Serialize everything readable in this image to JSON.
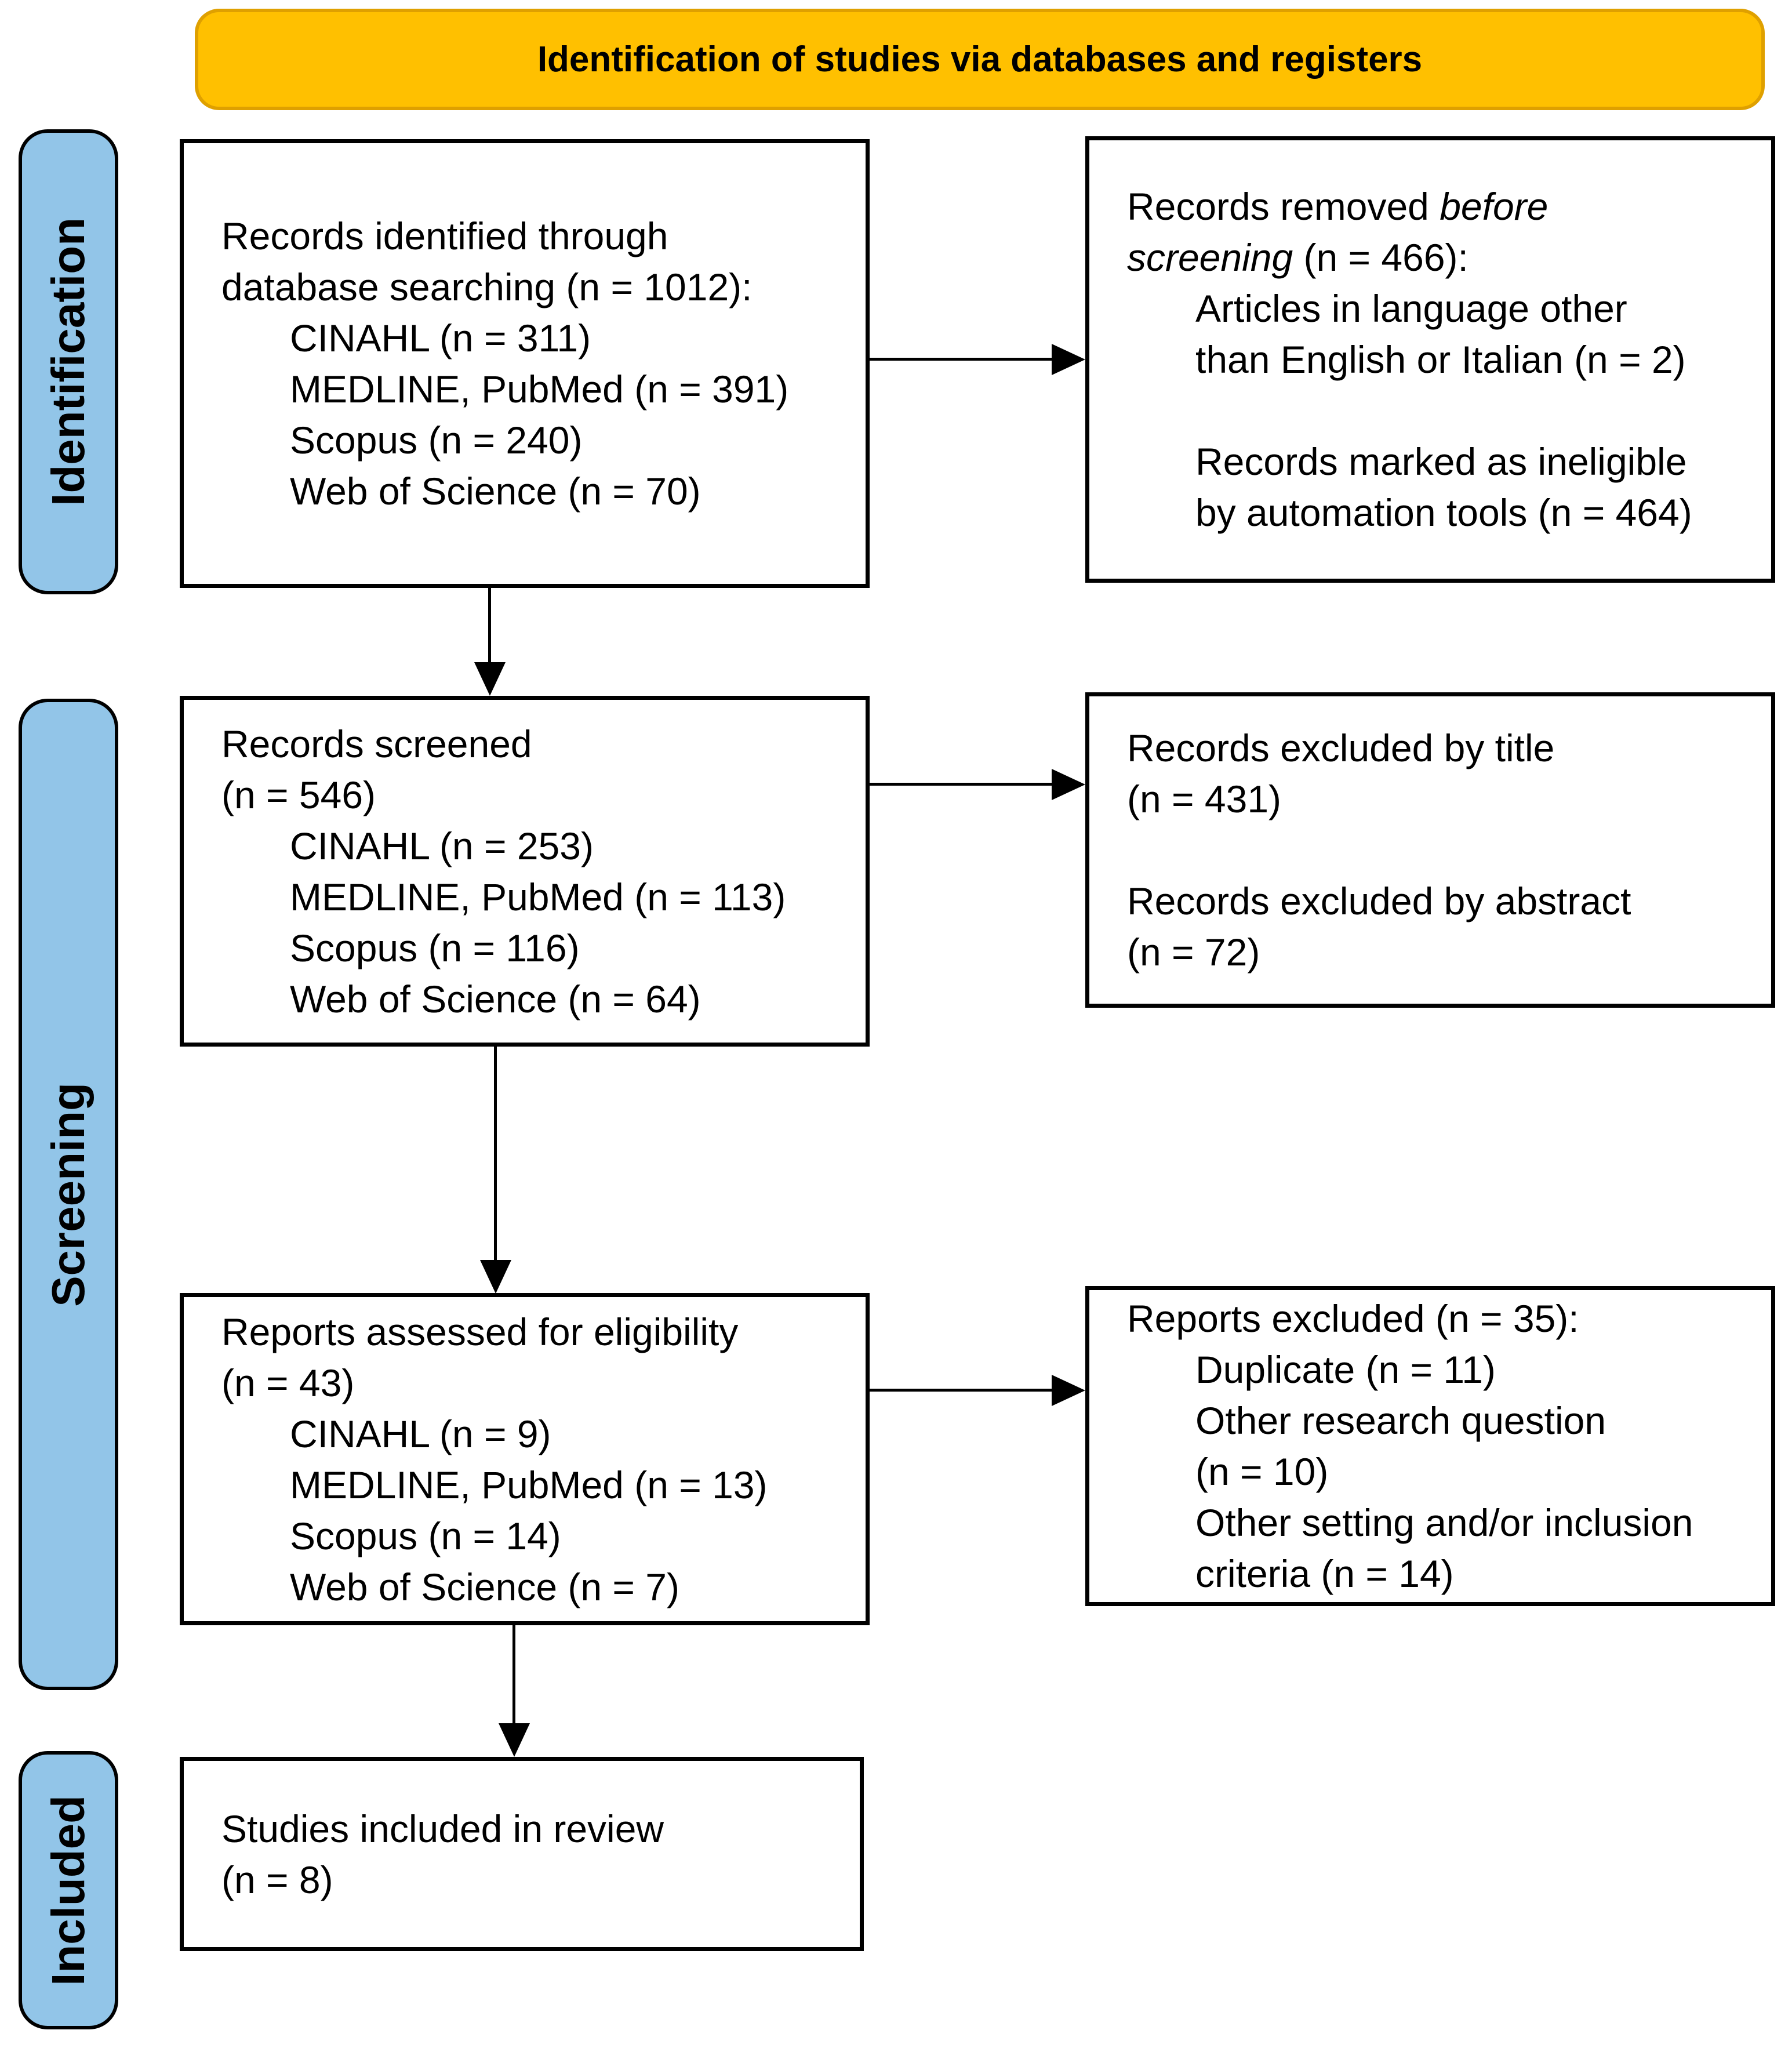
{
  "banner": {
    "title": "Identification of studies via databases and registers"
  },
  "sidebar": {
    "identification": "Identification",
    "screening": "Screening",
    "included": "Included"
  },
  "colors": {
    "banner_fill": "#FFC000",
    "banner_border": "#DFA000",
    "sidebar_fill": "#92C5E8",
    "text": "#000000"
  },
  "boxes": {
    "records_identified": {
      "lines": [
        {
          "parts": [
            {
              "text": "Records identified through"
            }
          ]
        },
        {
          "parts": [
            {
              "text": "database searching (n = 1012):"
            }
          ]
        },
        {
          "indent": true,
          "parts": [
            {
              "text": "CINAHL (n = 311)"
            }
          ]
        },
        {
          "indent": true,
          "parts": [
            {
              "text": "MEDLINE, PubMed (n = 391)"
            }
          ]
        },
        {
          "indent": true,
          "parts": [
            {
              "text": "Scopus (n = 240)"
            }
          ]
        },
        {
          "indent": true,
          "parts": [
            {
              "text": "Web of Science (n = 70)"
            }
          ]
        }
      ]
    },
    "records_removed": {
      "lines": [
        {
          "parts": [
            {
              "text": "Records removed "
            },
            {
              "text": "before",
              "italic": true
            }
          ]
        },
        {
          "parts": [
            {
              "text": "screening",
              "italic": true
            },
            {
              "text": " (n = 466):"
            }
          ]
        },
        {
          "indent": true,
          "parts": [
            {
              "text": "Articles in language other"
            }
          ]
        },
        {
          "indent": true,
          "parts": [
            {
              "text": "than English or Italian (n = 2)"
            }
          ]
        },
        {
          "spacer": true,
          "parts": []
        },
        {
          "indent": true,
          "parts": [
            {
              "text": "Records marked as ineligible"
            }
          ]
        },
        {
          "indent": true,
          "parts": [
            {
              "text": "by automation tools (n = 464)"
            }
          ]
        }
      ]
    },
    "records_screened": {
      "lines": [
        {
          "parts": [
            {
              "text": "Records screened"
            }
          ]
        },
        {
          "parts": [
            {
              "text": "(n = 546)"
            }
          ]
        },
        {
          "indent": true,
          "parts": [
            {
              "text": "CINAHL (n = 253)"
            }
          ]
        },
        {
          "indent": true,
          "parts": [
            {
              "text": "MEDLINE, PubMed (n = 113)"
            }
          ]
        },
        {
          "indent": true,
          "parts": [
            {
              "text": "Scopus (n = 116)"
            }
          ]
        },
        {
          "indent": true,
          "parts": [
            {
              "text": "Web of Science (n = 64)"
            }
          ]
        }
      ]
    },
    "records_excluded": {
      "lines": [
        {
          "parts": [
            {
              "text": "Records excluded by title"
            }
          ]
        },
        {
          "parts": [
            {
              "text": "(n = 431)"
            }
          ]
        },
        {
          "spacer": true,
          "parts": []
        },
        {
          "parts": [
            {
              "text": "Records excluded by abstract"
            }
          ]
        },
        {
          "parts": [
            {
              "text": "(n = 72)"
            }
          ]
        }
      ]
    },
    "reports_assessed": {
      "lines": [
        {
          "parts": [
            {
              "text": "Reports assessed for eligibility"
            }
          ]
        },
        {
          "parts": [
            {
              "text": "(n = 43)"
            }
          ]
        },
        {
          "indent": true,
          "parts": [
            {
              "text": "CINAHL (n = 9)"
            }
          ]
        },
        {
          "indent": true,
          "parts": [
            {
              "text": "MEDLINE, PubMed (n = 13)"
            }
          ]
        },
        {
          "indent": true,
          "parts": [
            {
              "text": "Scopus (n = 14)"
            }
          ]
        },
        {
          "indent": true,
          "parts": [
            {
              "text": "Web of Science (n = 7)"
            }
          ]
        }
      ]
    },
    "reports_excluded": {
      "lines": [
        {
          "parts": [
            {
              "text": "Reports excluded (n = 35):"
            }
          ]
        },
        {
          "indent": true,
          "parts": [
            {
              "text": "Duplicate (n = 11)"
            }
          ]
        },
        {
          "indent": true,
          "parts": [
            {
              "text": "Other research question"
            }
          ]
        },
        {
          "indent": true,
          "parts": [
            {
              "text": "(n = 10)"
            }
          ]
        },
        {
          "indent": true,
          "parts": [
            {
              "text": "Other setting and/or inclusion"
            }
          ]
        },
        {
          "indent": true,
          "parts": [
            {
              "text": "criteria (n = 14)"
            }
          ]
        }
      ]
    },
    "studies_included": {
      "lines": [
        {
          "parts": [
            {
              "text": "Studies included in review"
            }
          ]
        },
        {
          "parts": [
            {
              "text": "(n = 8)"
            }
          ]
        }
      ]
    }
  }
}
